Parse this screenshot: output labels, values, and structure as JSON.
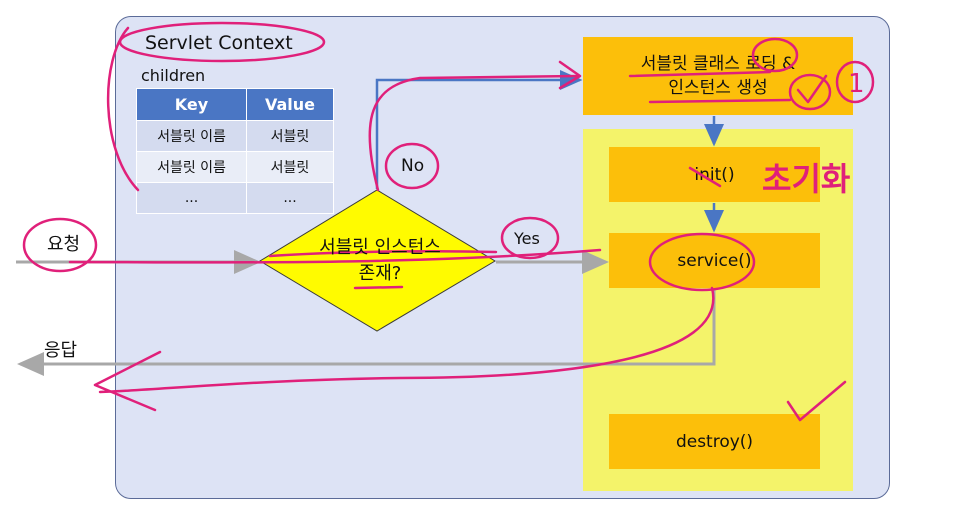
{
  "context": {
    "title": "Servlet Context",
    "children_label": "children"
  },
  "table": {
    "headers": [
      "Key",
      "Value"
    ],
    "rows": [
      [
        "서블릿 이름",
        "서블릿"
      ],
      [
        "서블릿 이름",
        "서블릿"
      ],
      [
        "...",
        "..."
      ]
    ]
  },
  "flow": {
    "request_label": "요청",
    "response_label": "응답",
    "decision_line1": "서블릿 인스턴스",
    "decision_line2": "존재?",
    "no_label": "No",
    "yes_label": "Yes",
    "loading_line1": "서블릿 클래스 로딩 &",
    "loading_line2": "인스턴스 생성",
    "init_label": "init()",
    "service_label": "service()",
    "destroy_label": "destroy()"
  },
  "annotations": {
    "handwritten_note": "초기화",
    "step_number": "1"
  },
  "colors": {
    "container_bg": "#dde3f5",
    "table_header": "#4a76c4",
    "orange": "#fcbf0a",
    "yellow": "#f4f36a",
    "diamond": "#fffb00",
    "ink": "#e0207a",
    "arrow": "#4a76c4"
  }
}
